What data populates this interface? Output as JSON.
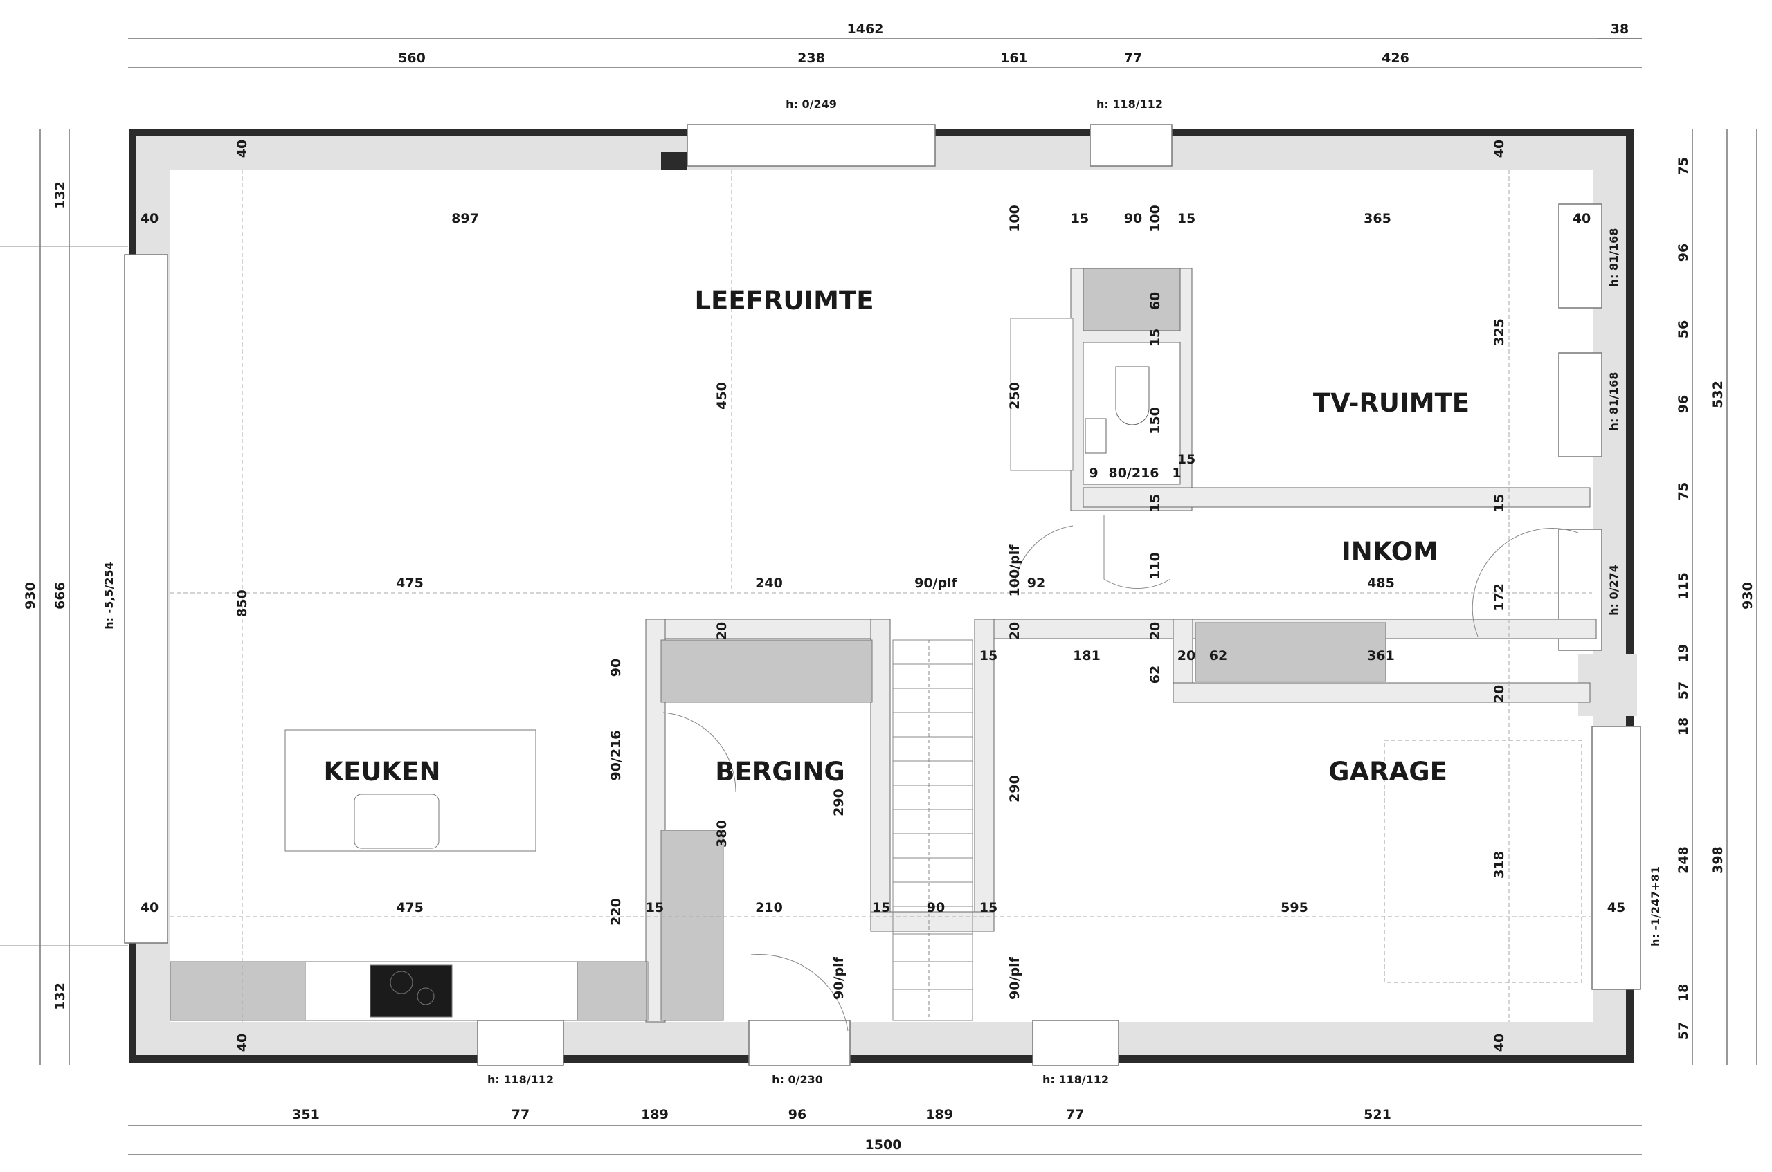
{
  "colors": {
    "wall_outer": "#2b2b2b",
    "insulation": "#e2e2e2",
    "wall_inner": "#ececec",
    "furniture_fill": "#c6c6c6",
    "dimension_line": "#555555",
    "background": "#ffffff"
  },
  "rooms": {
    "leefruimte": "LEEFRUIMTE",
    "tv_ruimte": "TV-RUIMTE",
    "inkom": "INKOM",
    "keuken": "KEUKEN",
    "berging": "BERGING",
    "garage": "GARAGE"
  },
  "top_dims": {
    "total": "1462",
    "extra": "38",
    "segments": [
      "560",
      "238",
      "161",
      "77",
      "426"
    ]
  },
  "bottom_dims": {
    "total": "1500",
    "segments": [
      "351",
      "77",
      "189",
      "96",
      "189",
      "77",
      "521"
    ]
  },
  "left_dims": {
    "total": "930",
    "segments": [
      "132",
      "666",
      "132"
    ],
    "window_height": "h: -5,5/254"
  },
  "right_dims": {
    "total": "930",
    "sub": [
      "532",
      "398"
    ],
    "segments": [
      "75",
      "96",
      "56",
      "96",
      "75",
      "115",
      "19",
      "57",
      "18",
      "248",
      "18",
      "57"
    ],
    "window_heights": [
      "h: 81/168",
      "h: 81/168",
      "h: 0/274",
      "h: -1/247+81"
    ]
  },
  "window_heights": {
    "top_1": "h: 0/249",
    "top_2": "h: 118/112",
    "bottom_1": "h: 118/112",
    "bottom_2": "h: 0/230",
    "bottom_3": "h: 118/112"
  },
  "interior_dims": {
    "row_top": [
      "40",
      "897",
      "100",
      "15",
      "90",
      "100",
      "15",
      "365",
      "40"
    ],
    "wall_40": [
      "40",
      "40",
      "40",
      "40",
      "40"
    ],
    "v_450": "450",
    "v_850": "850",
    "v_250": "250",
    "v_60": "60",
    "v_15a": "15",
    "v_150": "150",
    "wc_9": "9",
    "wc_door": "80/216",
    "wc_1": "1",
    "wc_15": "15",
    "v_325": "325",
    "v_15b": "15",
    "v_15c": "15",
    "v_110": "110",
    "v_172": "172",
    "row_mid": [
      "475",
      "240",
      "90/plf",
      "100/plf",
      "92",
      "485"
    ],
    "row_stairs": [
      "20",
      "20",
      "20",
      "15",
      "181",
      "20",
      "62",
      "361"
    ],
    "v_62": "62",
    "v_20": "20",
    "v_90": "90",
    "v_90_216": "90/216",
    "v_290a": "290",
    "v_380": "380",
    "v_290b": "290",
    "v_318": "318",
    "v_220": "220",
    "row_bottom": [
      "40",
      "475",
      "15",
      "210",
      "15",
      "90",
      "15",
      "595",
      "45"
    ],
    "v_90plf_a": "90/plf",
    "v_90plf_b": "90/plf"
  }
}
